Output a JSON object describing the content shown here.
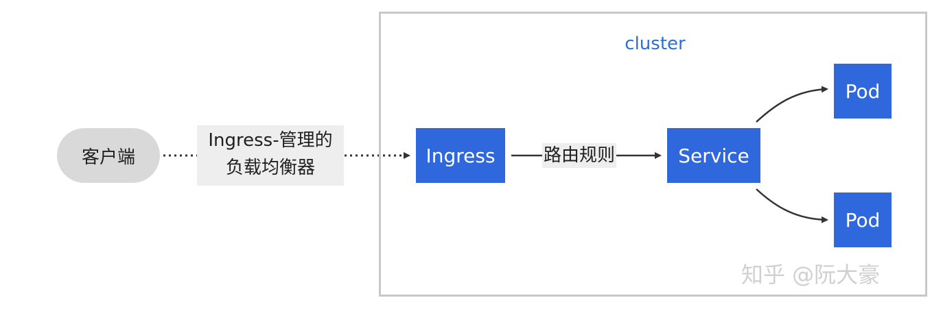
{
  "cluster": {
    "title": "cluster"
  },
  "nodes": {
    "client": "客户端",
    "ingress": "Ingress",
    "service": "Service",
    "pod_top": "Pod",
    "pod_bottom": "Pod"
  },
  "edges": {
    "client_to_ingress_line1": "Ingress-管理的",
    "client_to_ingress_line2": "负载均衡器",
    "ingress_to_service": "路由规则"
  },
  "watermark": "知乎 @阮大豪",
  "colors": {
    "node_fill": "#2f68dd",
    "client_fill": "#d9d9d9",
    "cluster_border": "#c8c8c8",
    "cluster_title": "#2f6fcb",
    "edge_label_bg": "#eeeeee"
  }
}
